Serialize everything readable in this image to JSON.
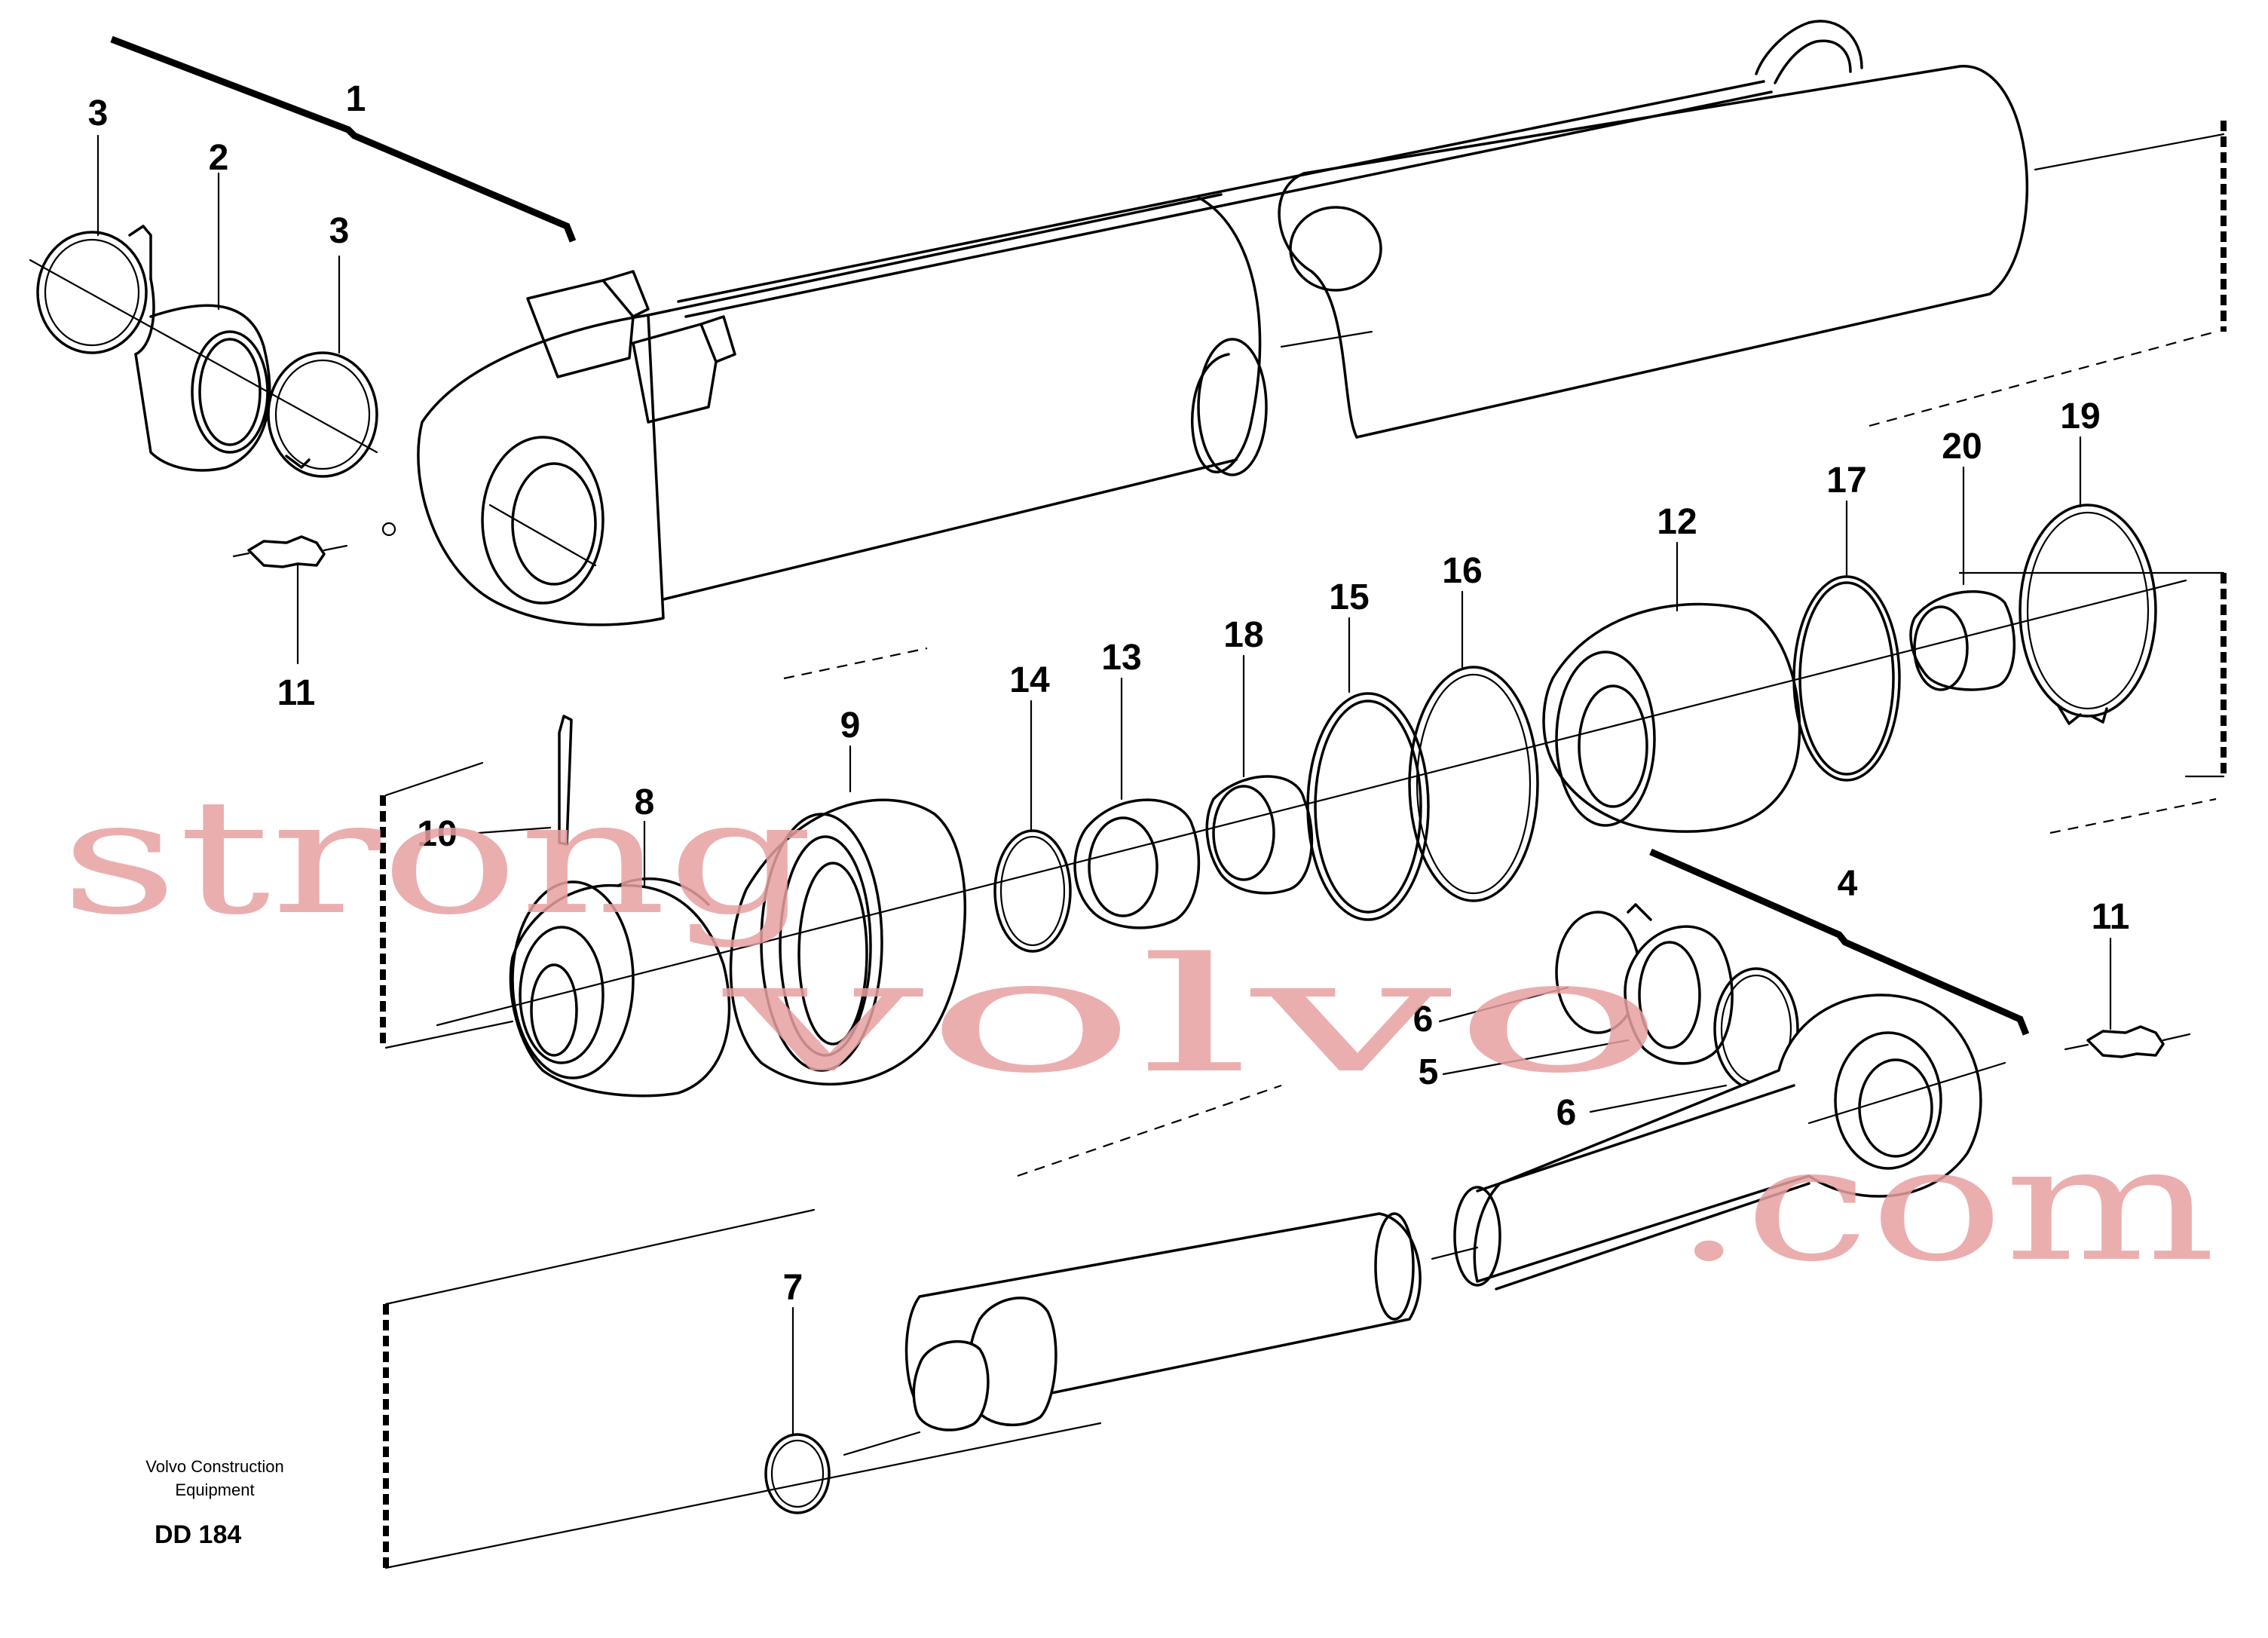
{
  "callouts": [
    "1",
    "2",
    "3",
    "3",
    "4",
    "5",
    "6",
    "6",
    "7",
    "8",
    "9",
    "10",
    "11",
    "11",
    "12",
    "13",
    "14",
    "15",
    "16",
    "17",
    "18",
    "19",
    "20"
  ],
  "caption": {
    "line1": "Volvo Construction",
    "line2": "Equipment"
  },
  "drawing_code": "DD 184",
  "watermark": {
    "part1": "strong",
    "part2": "volvo",
    "part3": ".com"
  }
}
